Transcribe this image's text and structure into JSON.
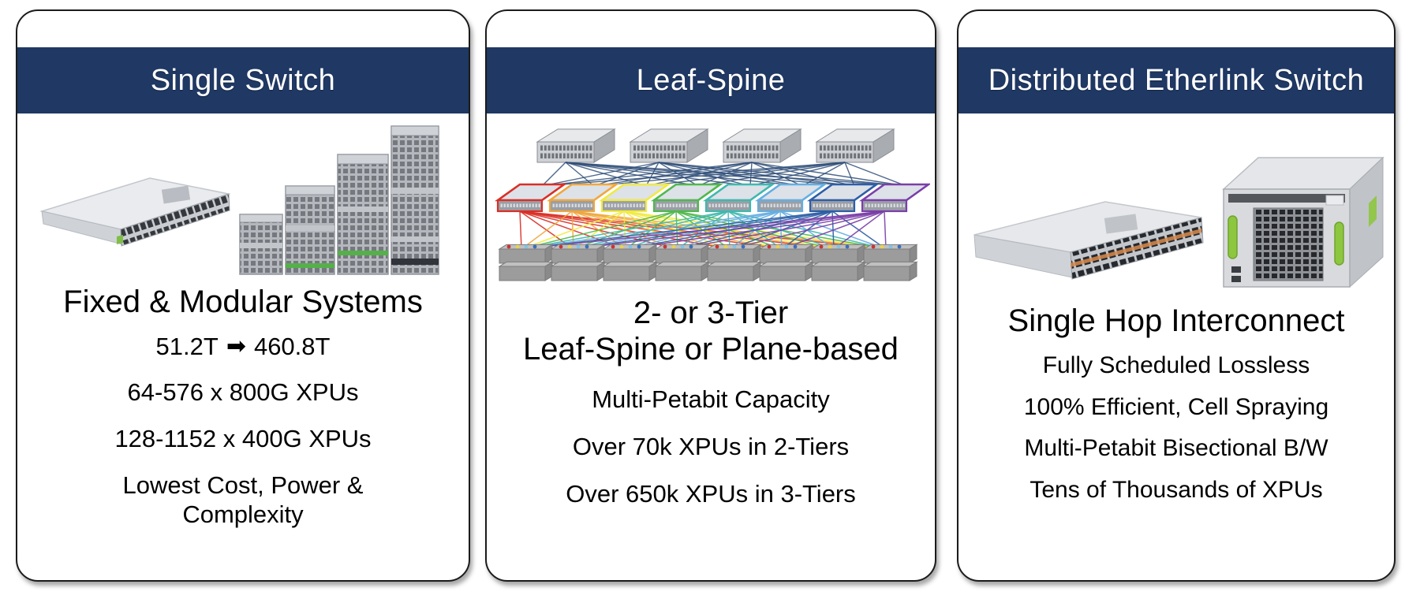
{
  "theme": {
    "page_bg": "#ffffff",
    "header_bg": "#1f3864",
    "header_text_color": "#ffffff",
    "body_text_color": "#000000",
    "card_border_color": "#1b1b1b"
  },
  "cards": [
    {
      "title": "Single Switch",
      "headline": "Fixed & Modular Systems",
      "capacity": {
        "from": "51.2T",
        "arrow": "➡",
        "to": "460.8T"
      },
      "bullets": [
        "64-576 x 800G XPUs",
        "128-1152 x 400G XPUs",
        "Lowest Cost, Power & Complexity"
      ],
      "image": "fixed-1u-switch-and-modular-chassis-stack"
    },
    {
      "title": "Leaf-Spine",
      "headline_lines": [
        "2- or 3-Tier",
        "Leaf-Spine or Plane-based"
      ],
      "bullets": [
        "Multi-Petabit Capacity",
        "Over 70k XPUs in 2-Tiers",
        "Over 650k XPUs in 3-Tiers"
      ],
      "diagram": {
        "type": "leaf-spine-topology",
        "spine_count": 4,
        "leaf_count": 8,
        "server_count": 8,
        "server_rows": 2,
        "leaf_colors": [
          "#d92f26",
          "#f0a73c",
          "#f2ea3f",
          "#4fb84c",
          "#3fb8ad",
          "#64aee0",
          "#2d5ea6",
          "#7a3fa8"
        ],
        "spine_link_color": "#2f4e78",
        "server_dot_colors": [
          "#cc3333",
          "#e8d44d",
          "#7fc3e8",
          "#3a6fbf"
        ]
      }
    },
    {
      "title": "Distributed Etherlink Switch",
      "headline": "Single Hop Interconnect",
      "bullets": [
        "Fully Scheduled Lossless",
        "100% Efficient, Cell Spraying",
        "Multi-Petabit Bisectional B/W",
        "Tens of Thousands of XPUs"
      ],
      "image": "2u-leaf-switch-and-etherlink-chassis-with-green-handles"
    }
  ]
}
